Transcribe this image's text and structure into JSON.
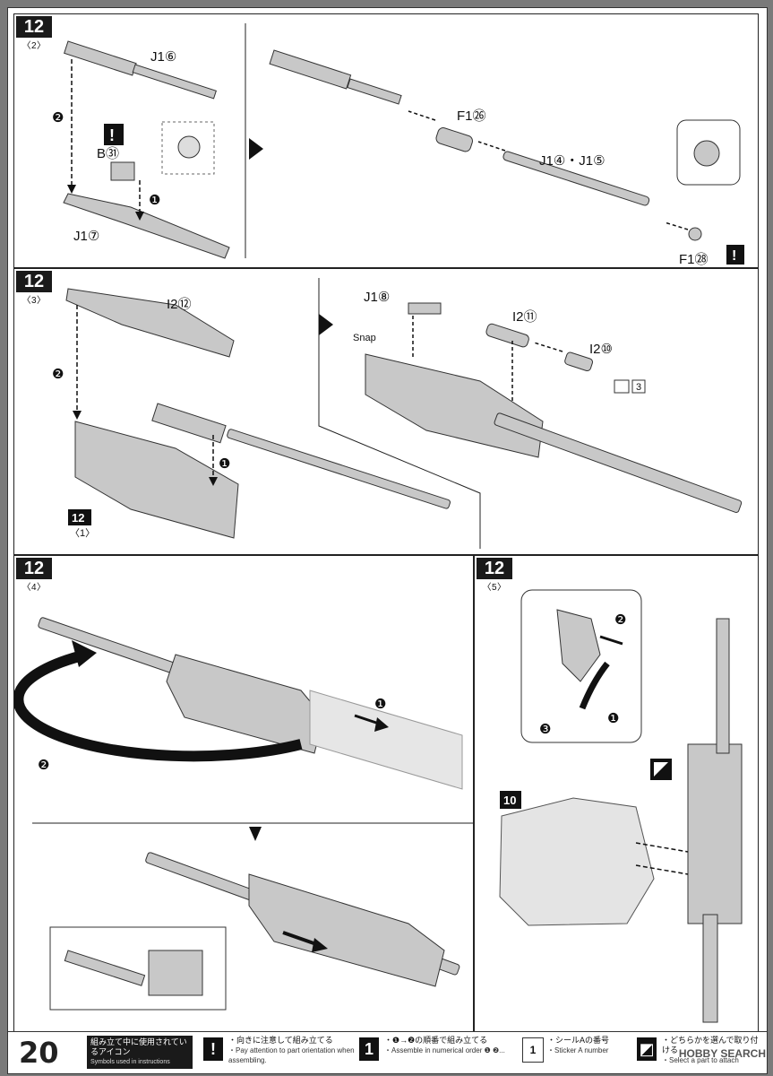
{
  "steps": [
    {
      "id": "12-2",
      "num": "12",
      "sub": "〈2〉",
      "labels": [
        "J1⑥",
        "B㉛",
        "J1⑦",
        "F1㉖",
        "J1④・J1⑤",
        "F1㉘"
      ],
      "markers": [
        "❷",
        "❶"
      ]
    },
    {
      "id": "12-3",
      "num": "12",
      "sub": "〈3〉",
      "labels": [
        "I2⑫",
        "J1⑧",
        "I2⑪",
        "I2⑩",
        "3",
        "12",
        "〈1〉",
        "Snap"
      ],
      "markers": [
        "❷",
        "❶"
      ]
    },
    {
      "id": "12-4",
      "num": "12",
      "sub": "〈4〉",
      "markers": [
        "❶",
        "❷"
      ]
    },
    {
      "id": "12-5",
      "num": "12",
      "sub": "〈5〉",
      "labels": [
        "10"
      ],
      "markers": [
        "❷",
        "❶",
        "❸"
      ]
    }
  ],
  "footer": {
    "page_number": "20",
    "legend_title_jp": "組み立て中に使用されているアイコン",
    "legend_title_en": "Symbols used in instructions",
    "items": [
      {
        "icon": "!",
        "jp": "・向きに注意して組み立てる",
        "en": "・Pay attention to part orientation when assembling."
      },
      {
        "icon": "1",
        "jp": "・❶→❷の順番で組み立てる",
        "en": "・Assemble in numerical order ❶ ❷..."
      },
      {
        "icon": "1",
        "jp": "・シールAの番号",
        "en": "・Sticker A number"
      },
      {
        "icon": "◩",
        "jp": "・どちらかを選んで取り付ける",
        "en": "・Select a part to attach"
      }
    ],
    "watermark": "HOBBY SEARCH"
  },
  "colors": {
    "ink": "#1a1a1a",
    "part_fill": "#c8c8c8",
    "part_stroke": "#333333",
    "bg": "#ffffff"
  }
}
